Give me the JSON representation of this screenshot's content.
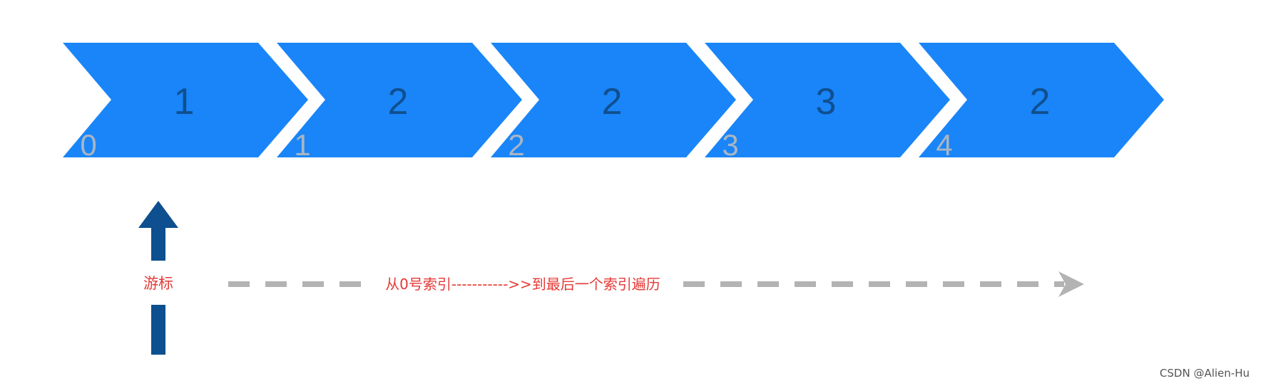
{
  "array": {
    "values": [
      "1",
      "2",
      "2",
      "3",
      "2"
    ],
    "indices": [
      "0",
      "1",
      "2",
      "3",
      "4"
    ]
  },
  "cursor": {
    "label": "游标"
  },
  "traversal": {
    "label": "从0号索引----------->>到最后一个索引遍历"
  },
  "watermark": {
    "text": "CSDN @Alien-Hu"
  },
  "colors": {
    "cell_fill": "#1a85f8",
    "cell_value": "#0f4f8f",
    "cell_index": "#a9b6c2",
    "cursor_arrow": "#0d4f8f",
    "dashed_arrow": "#b3b3b3",
    "label_red": "#e53935"
  }
}
